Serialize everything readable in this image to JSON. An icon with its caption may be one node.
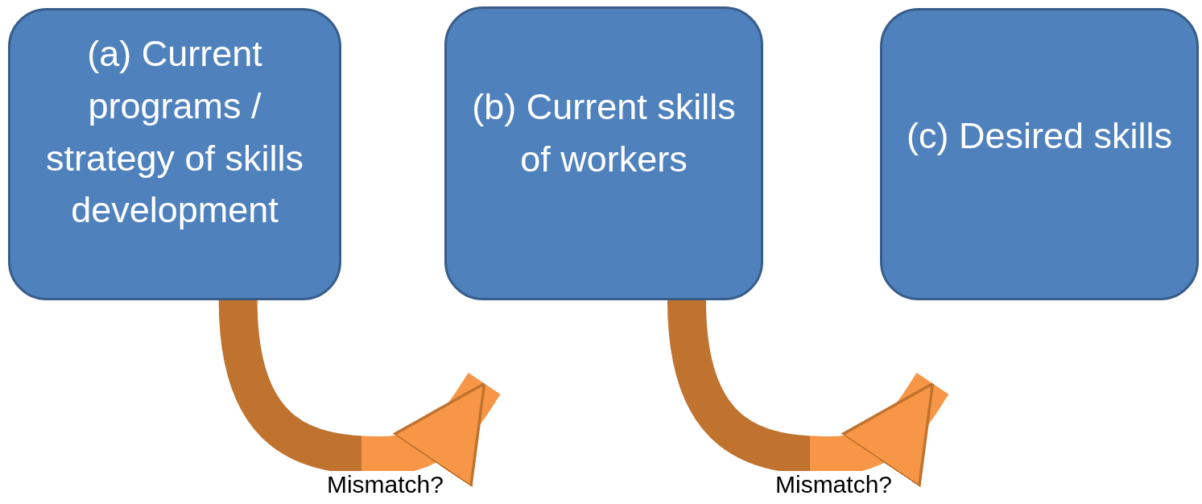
{
  "diagram": {
    "nodes": [
      {
        "text": [
          "(a) Current programs / strategy of skills development"
        ]
      },
      {
        "text": [
          "(b) Current skills of workers"
        ]
      },
      {
        "text": [
          "(c) Desired skills"
        ]
      }
    ],
    "edges": [
      {
        "from": 0,
        "to": 1,
        "arrow": "to",
        "label": "Mismatch?",
        "style": "thick",
        "color": "#f79646"
      },
      {
        "from": 1,
        "to": 2,
        "arrow": "to",
        "label": "Mismatch?",
        "style": "thick",
        "color": "#f79646"
      }
    ]
  }
}
